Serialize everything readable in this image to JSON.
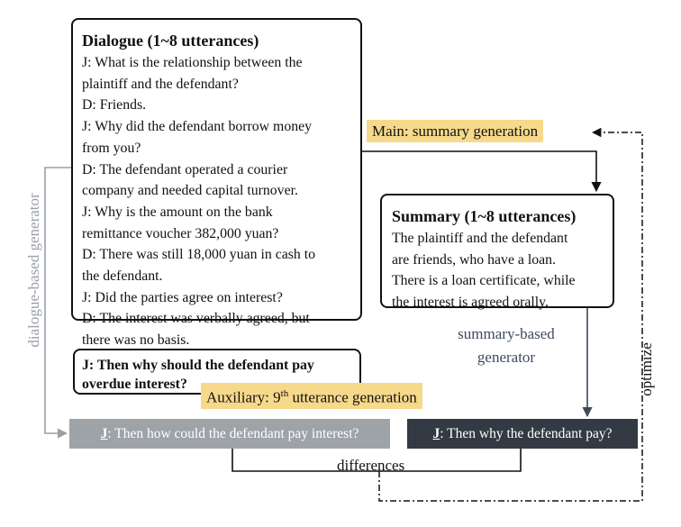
{
  "dialogue": {
    "title": "Dialogue (1~8 utterances)",
    "lines": [
      "J: What is the relationship between the",
      "plaintiff and the defendant?",
      "D: Friends.",
      "J: Why did the defendant borrow money",
      "from you?",
      "D: The defendant operated a courier",
      "company and needed capital turnover.",
      "J: Why is the amount on the bank",
      "remittance voucher 382,000 yuan?",
      "D: There was still 18,000 yuan in cash to",
      "the defendant.",
      "J:  Did the parties agree on interest?",
      "D:  The interest was verbally agreed, but",
      "there was no basis."
    ]
  },
  "summary": {
    "title": "Summary (1~8 utterances)",
    "lines": [
      "The plaintiff and the defendant",
      "are friends, who have a loan.",
      "There is a loan certificate, while",
      "the interest is agreed orally."
    ]
  },
  "next_utterance": {
    "lines": [
      "J: Then why should the defendant pay",
      "overdue interest?"
    ]
  },
  "tasks": {
    "main": "Main: summary generation",
    "aux_prefix": "Auxiliary: 9",
    "aux_sup": "th",
    "aux_suffix": " utterance generation",
    "highlight_color": "#f7d98b"
  },
  "generators": {
    "dialogue_based": "dialogue-based generator",
    "summary_based_line1": "summary-based",
    "summary_based_line2": "generator"
  },
  "outputs": {
    "dialogue_gen": {
      "speaker": "J",
      "text": ": Then how could the defendant pay interest?",
      "color": "#9ea3a8"
    },
    "summary_gen": {
      "speaker": "J",
      "text": ": Then why the defendant pay?",
      "color": "#333a44"
    }
  },
  "edges": {
    "optimize": "optimize",
    "differences": "differences"
  }
}
